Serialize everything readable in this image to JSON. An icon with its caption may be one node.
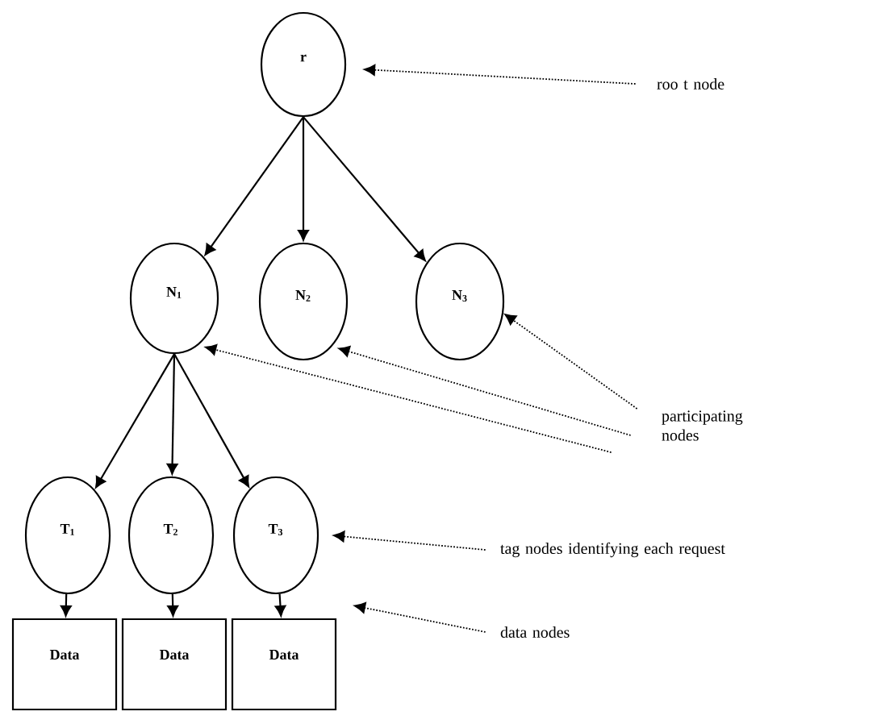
{
  "diagram": {
    "nodes": [
      {
        "text": [
          "r"
        ]
      },
      {
        "text": [
          "N$_{1}$"
        ]
      },
      {
        "text": [
          "N$_{2}$"
        ]
      },
      {
        "text": [
          "N$_{3}$"
        ]
      },
      {
        "text": [
          "T$_{1}$"
        ]
      },
      {
        "text": [
          "T$_{2}$"
        ]
      },
      {
        "text": [
          "T$_{3}$"
        ]
      },
      {
        "text": [
          "Data"
        ]
      },
      {
        "text": [
          "Data"
        ]
      },
      {
        "text": [
          "Data"
        ]
      },
      {
        "text": [
          "roo t node"
        ]
      },
      {
        "text": [
          "participating nodes"
        ]
      },
      {
        "text": [
          "tag nodes identifying each request"
        ]
      },
      {
        "text": [
          "data nodes"
        ]
      }
    ],
    "edges": [
      {
        "from": 0,
        "to": 1,
        "arrow": "to"
      },
      {
        "from": 0,
        "to": 2,
        "arrow": "to"
      },
      {
        "from": 0,
        "to": 3,
        "arrow": "to"
      },
      {
        "from": 1,
        "to": 4,
        "arrow": "to"
      },
      {
        "from": 1,
        "to": 5,
        "arrow": "to"
      },
      {
        "from": 1,
        "to": 6,
        "arrow": "to"
      },
      {
        "from": 4,
        "to": 7,
        "arrow": "to"
      },
      {
        "from": 5,
        "to": 8,
        "arrow": "to"
      },
      {
        "from": 6,
        "to": 9,
        "arrow": "to"
      },
      {
        "from": 10,
        "to": 0,
        "arrow": "to",
        "style": "dashed"
      },
      {
        "from": 11,
        "to": 3,
        "arrow": "to",
        "style": "dashed"
      },
      {
        "from": 11,
        "to": 2,
        "arrow": "to",
        "style": "dashed"
      },
      {
        "from": 11,
        "to": 1,
        "arrow": "to",
        "style": "dashed"
      },
      {
        "from": 12,
        "to": 6,
        "arrow": "to",
        "style": "dashed"
      },
      {
        "from": 13,
        "to": 9,
        "arrow": "to",
        "style": "dashed"
      }
    ]
  }
}
